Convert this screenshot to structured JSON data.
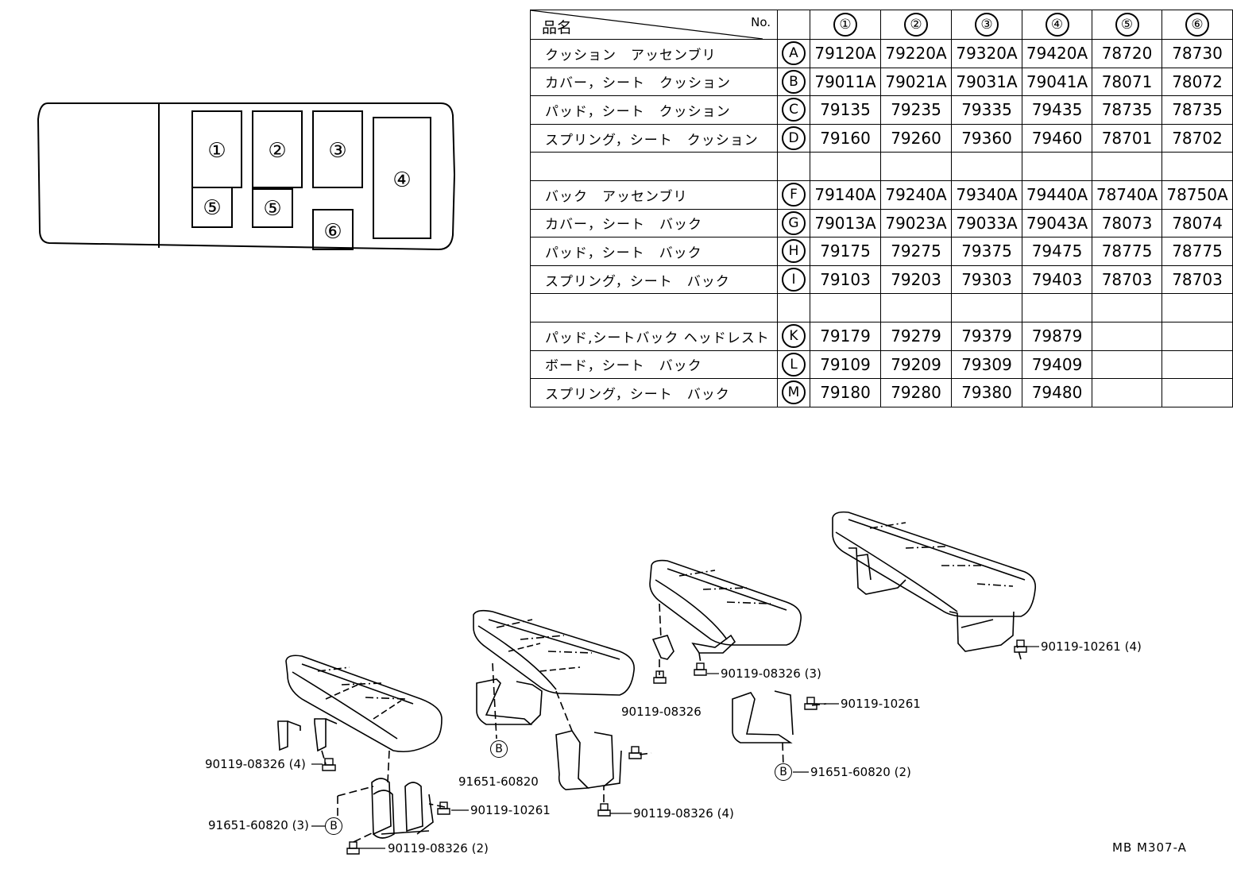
{
  "layout": {
    "boxes": [
      "①",
      "②",
      "③",
      "④",
      "⑤",
      "⑤",
      "⑥"
    ]
  },
  "table": {
    "header_name": "品名",
    "header_no": "No.",
    "columns": [
      "①",
      "②",
      "③",
      "④",
      "⑤",
      "⑥"
    ],
    "rows": [
      {
        "name": "クッション　アッセンブリ",
        "code": "A",
        "values": [
          "79120A",
          "79220A",
          "79320A",
          "79420A",
          "78720",
          "78730"
        ]
      },
      {
        "name": "カバー，シート　クッション",
        "code": "B",
        "values": [
          "79011A",
          "79021A",
          "79031A",
          "79041A",
          "78071",
          "78072"
        ]
      },
      {
        "name": "パッド，シート　クッション",
        "code": "C",
        "values": [
          "79135",
          "79235",
          "79335",
          "79435",
          "78735",
          "78735"
        ]
      },
      {
        "name": "スプリング，シート　クッション",
        "code": "D",
        "values": [
          "79160",
          "79260",
          "79360",
          "79460",
          "78701",
          "78702"
        ]
      },
      {
        "name": "",
        "code": "",
        "values": [
          "",
          "",
          "",
          "",
          "",
          ""
        ]
      },
      {
        "name": "バック　アッセンブリ",
        "code": "F",
        "values": [
          "79140A",
          "79240A",
          "79340A",
          "79440A",
          "78740A",
          "78750A"
        ]
      },
      {
        "name": "カバー，シート　バック",
        "code": "G",
        "values": [
          "79013A",
          "79023A",
          "79033A",
          "79043A",
          "78073",
          "78074"
        ]
      },
      {
        "name": "パッド，シート　バック",
        "code": "H",
        "values": [
          "79175",
          "79275",
          "79375",
          "79475",
          "78775",
          "78775"
        ]
      },
      {
        "name": "スプリング，シート　バック",
        "code": "I",
        "values": [
          "79103",
          "79203",
          "79303",
          "79403",
          "78703",
          "78703"
        ]
      },
      {
        "name": "",
        "code": "",
        "values": [
          "",
          "",
          "",
          "",
          "",
          ""
        ]
      },
      {
        "name": "パッド,シートバック ヘッドレスト",
        "code": "K",
        "values": [
          "79179",
          "79279",
          "79379",
          "79879",
          "",
          ""
        ]
      },
      {
        "name": "ボード，シート　バック",
        "code": "L",
        "values": [
          "79109",
          "79209",
          "79309",
          "79409",
          "",
          ""
        ]
      },
      {
        "name": "スプリング，シート　バック",
        "code": "M",
        "values": [
          "79180",
          "79280",
          "79380",
          "79480",
          "",
          ""
        ]
      }
    ]
  },
  "callouts": {
    "c1": "90119-08326 (4)",
    "c2": "91651-60820 (3)",
    "c3": "90119-10261",
    "c4": "90119-08326 (2)",
    "c5": "91651-60820",
    "c6": "90119-08326 (4)",
    "c7": "90119-08326",
    "c8": "90119-08326 (3)",
    "c9": "90119-10261",
    "c10": "91651-60820 (2)",
    "c11": "90119-10261 (4)",
    "b_marker": "B"
  },
  "reference_code": "MB  M307-A"
}
